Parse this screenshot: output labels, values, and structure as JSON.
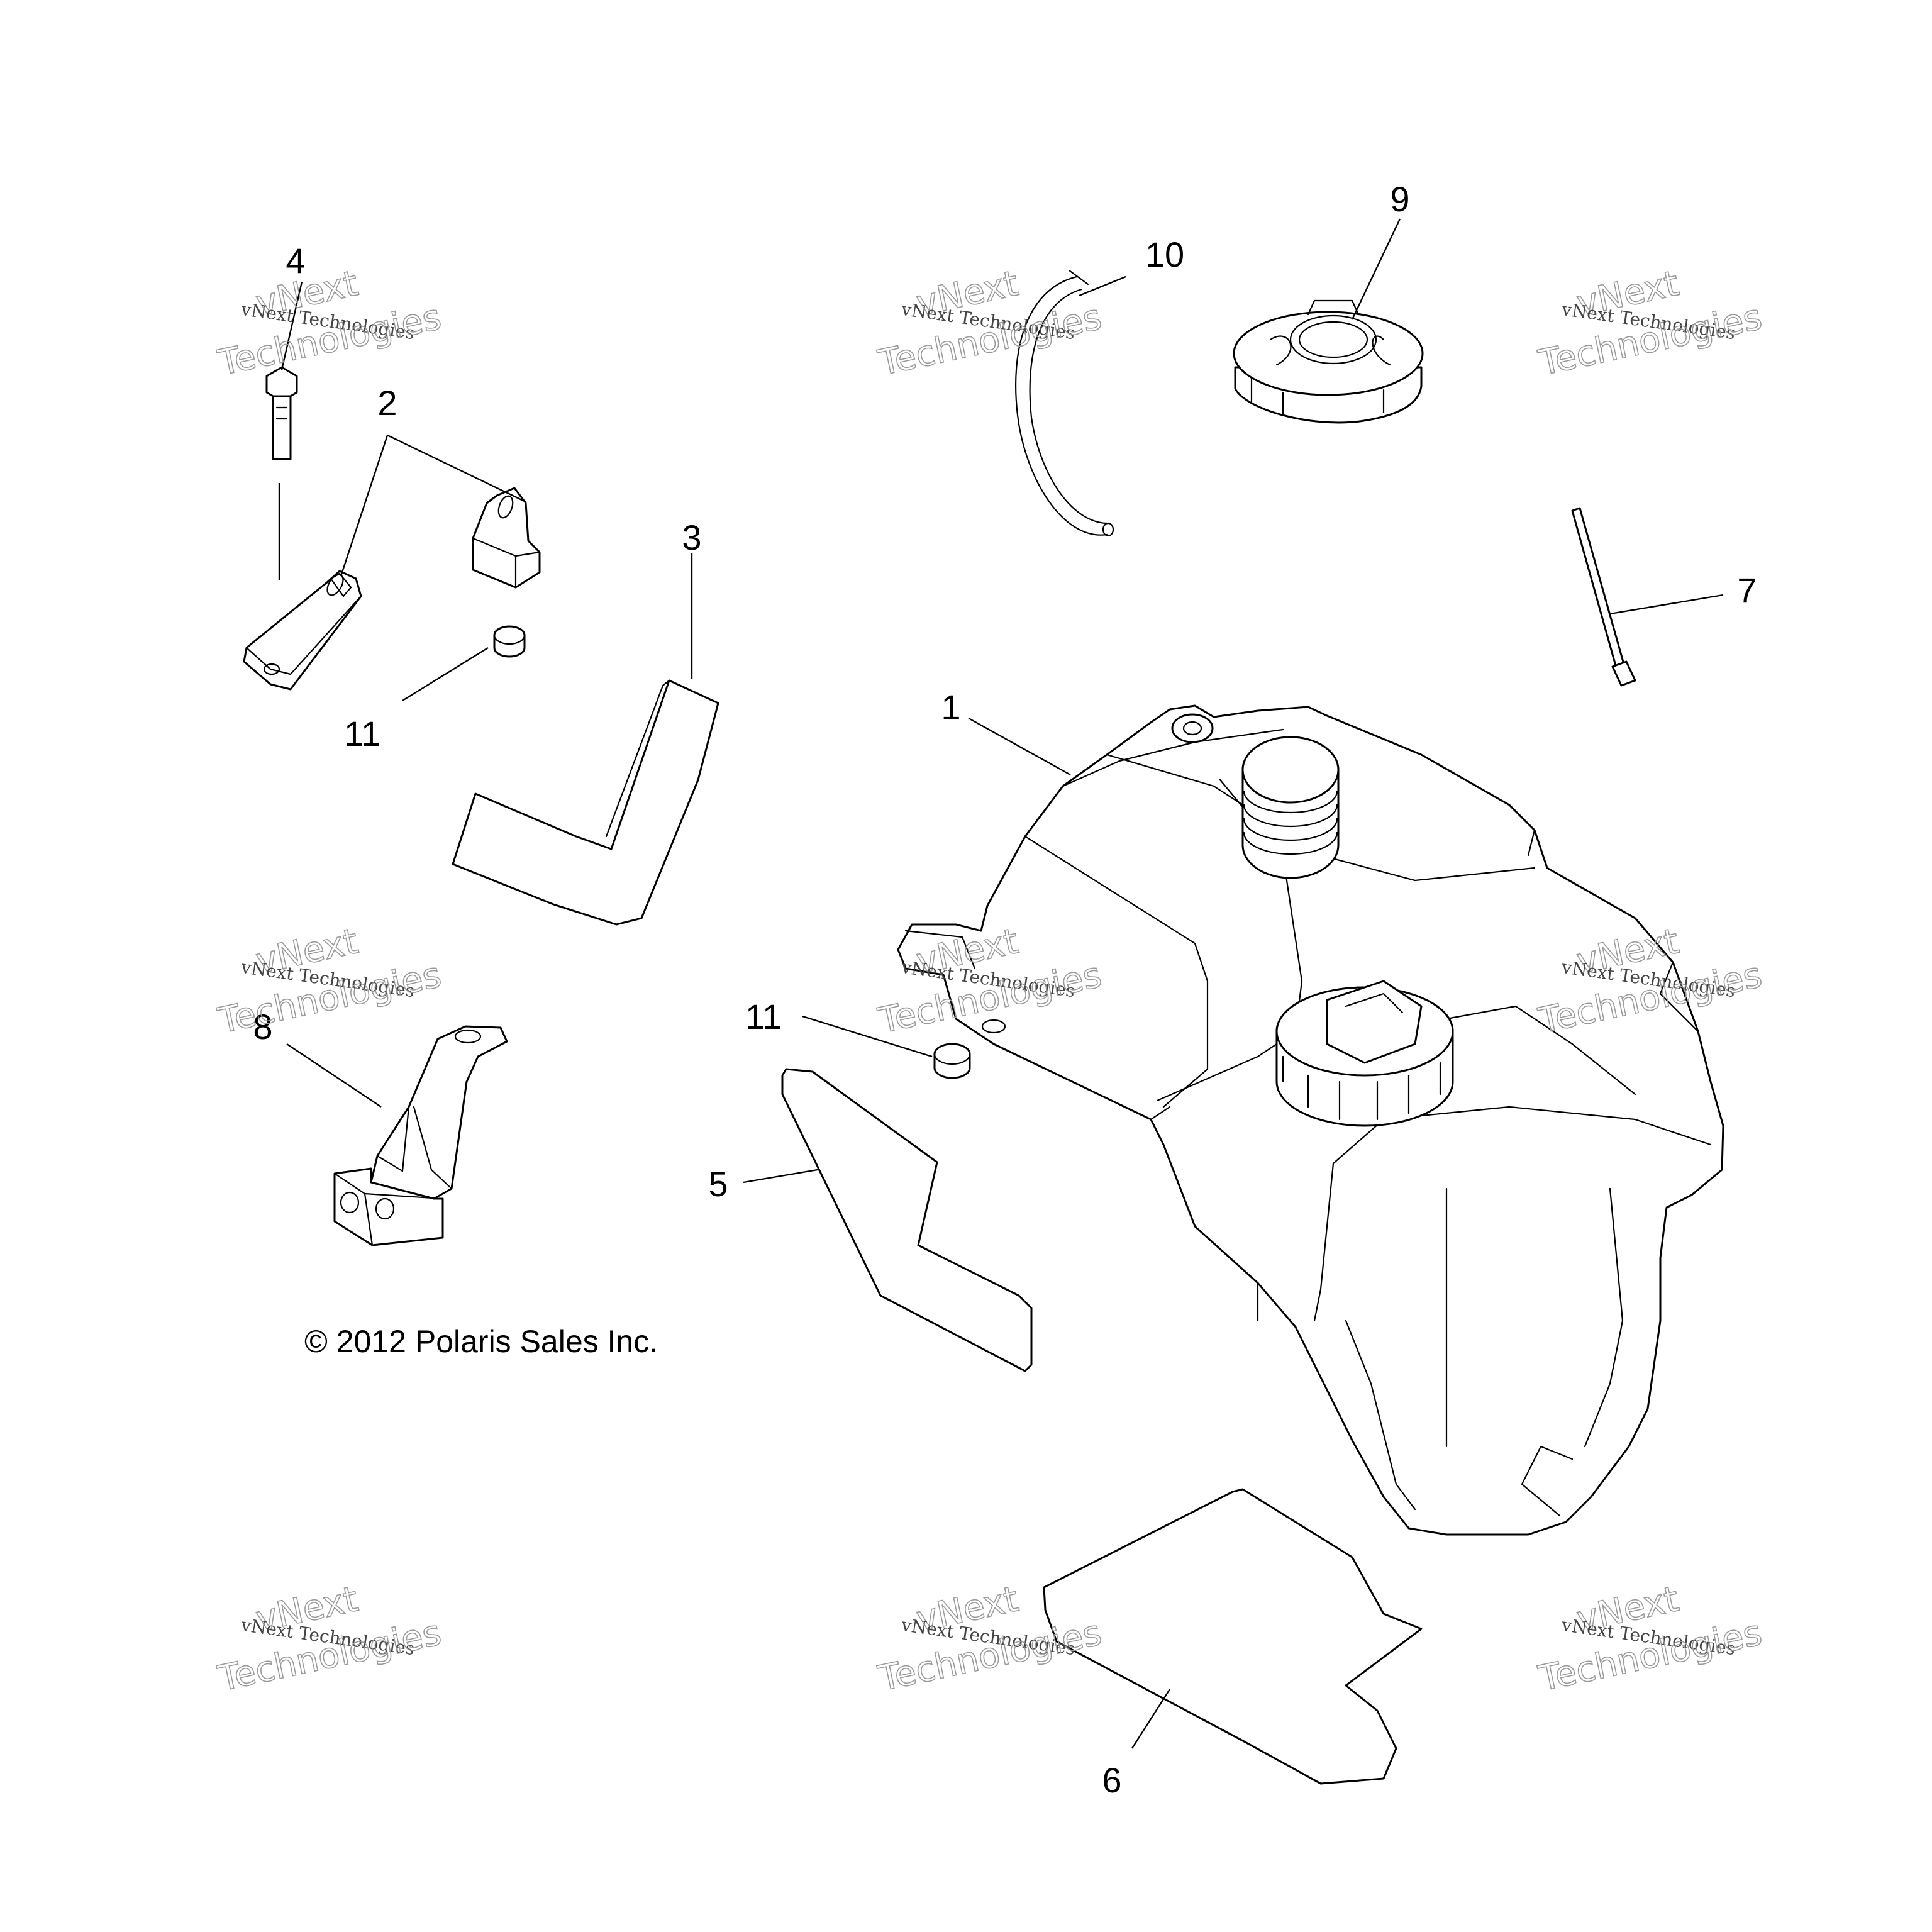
{
  "callouts": [
    {
      "id": "1",
      "label": "1"
    },
    {
      "id": "2",
      "label": "2"
    },
    {
      "id": "3",
      "label": "3"
    },
    {
      "id": "4",
      "label": "4"
    },
    {
      "id": "5",
      "label": "5"
    },
    {
      "id": "6",
      "label": "6"
    },
    {
      "id": "7",
      "label": "7"
    },
    {
      "id": "8",
      "label": "8"
    },
    {
      "id": "9",
      "label": "9"
    },
    {
      "id": "10",
      "label": "10"
    },
    {
      "id": "11a",
      "label": "11"
    },
    {
      "id": "11b",
      "label": "11"
    }
  ],
  "copyright": "© 2012 Polaris Sales Inc.",
  "watermark": {
    "line_small": "vNext Technologies",
    "word_vnext": "vNext",
    "word_tech": "Technologies"
  },
  "colors": {
    "line": "#000000",
    "background": "#ffffff",
    "watermark": "#9a9a9a"
  }
}
